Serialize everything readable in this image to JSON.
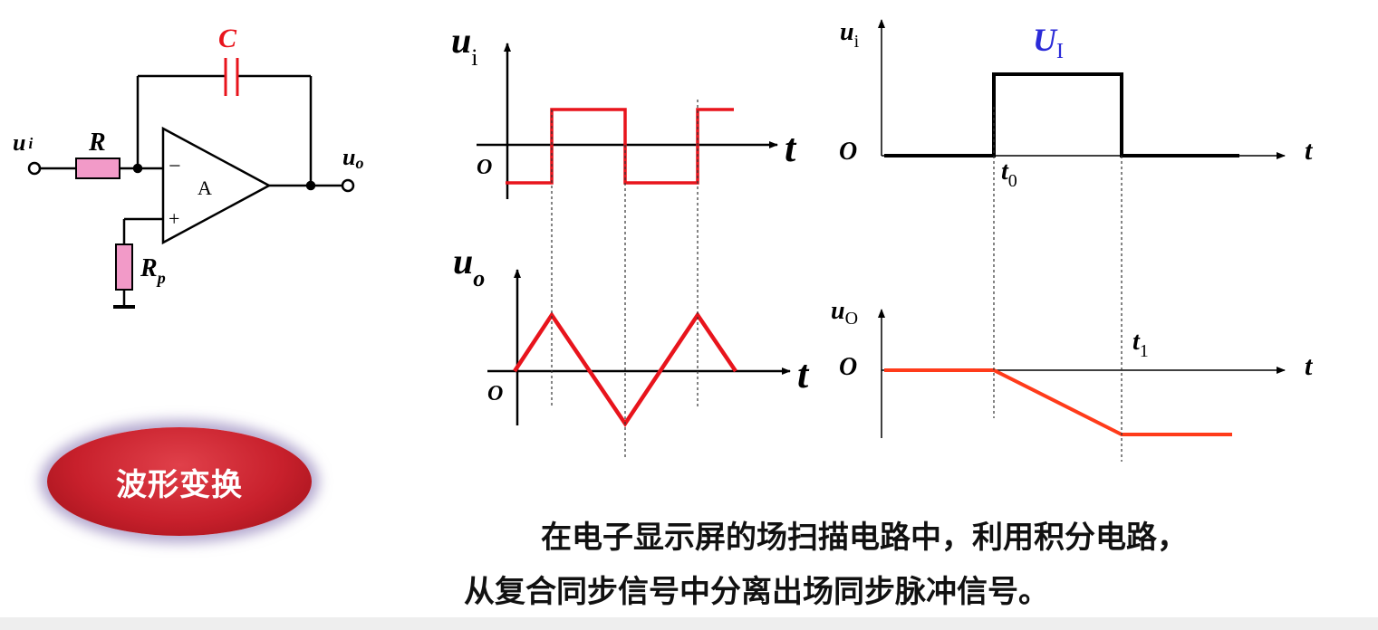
{
  "colors": {
    "signal": "#e8141c",
    "black": "#000000",
    "blue": "#2b2bd8",
    "resistor": "#f29ac8",
    "output_ramp": "#ff3b1a"
  },
  "circuit": {
    "capacitor_label": "C",
    "resistor_label": "R",
    "input_label_main": "u",
    "input_label_sub": "i",
    "output_label_main": "u",
    "output_label_sub": "o",
    "minus_sign": "−",
    "plus_sign": "+",
    "opamp_label": "A",
    "rp_label_main": "R",
    "rp_label_sub": "p"
  },
  "square_wave_plot": {
    "y_label_main": "u",
    "y_label_sub": "i",
    "t_label": "t",
    "origin": "O"
  },
  "triangle_wave_plot": {
    "y_label_main": "u",
    "y_label_sub": "o",
    "t_label": "t",
    "origin": "O"
  },
  "pulse_plot": {
    "y_label_main": "u",
    "y_label_sub": "i",
    "amplitude_main": "U",
    "amplitude_sub": "I",
    "t_label": "t",
    "origin": "O",
    "t0_main": "t",
    "t0_sub": "0"
  },
  "ramp_plot": {
    "y_label_main": "u",
    "y_label_sub": "O",
    "t_label": "t",
    "origin": "O",
    "t1_main": "t",
    "t1_sub": "1"
  },
  "badge": {
    "label": "波形变换"
  },
  "description": {
    "line1": "在电子显示屏的场扫描电路中，利用积分电路，",
    "line2": "从复合同步信号中分离出场同步脉冲信号。"
  }
}
